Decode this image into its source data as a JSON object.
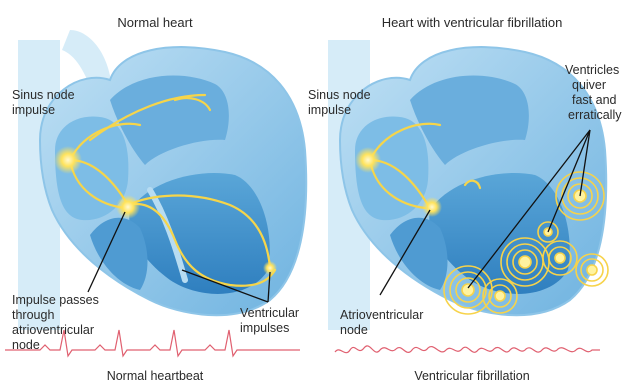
{
  "left_panel": {
    "title": "Normal heart",
    "caption": "Normal heartbeat",
    "labels": {
      "sinus_node": [
        "Sinus node",
        "impulse"
      ],
      "av_node": [
        "Impulse passes",
        "through",
        "atrioventricular",
        "node"
      ],
      "ventricular": [
        "Ventricular",
        "impulses"
      ]
    }
  },
  "right_panel": {
    "title": "Heart with ventricular fibrillation",
    "caption": "Ventricular fibrillation",
    "labels": {
      "sinus_node": [
        "Sinus node",
        "impulse"
      ],
      "av_node": [
        "Atrioventricular",
        "node"
      ],
      "quiver": [
        "Ventricles",
        "quiver",
        "fast and",
        "erratically"
      ]
    }
  },
  "colors": {
    "heart_light": "#cfe8f6",
    "heart_mid": "#8fc8ea",
    "heart_dark": "#5aa6d8",
    "impulse": "#f7d34a",
    "ecg": "#e06070"
  }
}
